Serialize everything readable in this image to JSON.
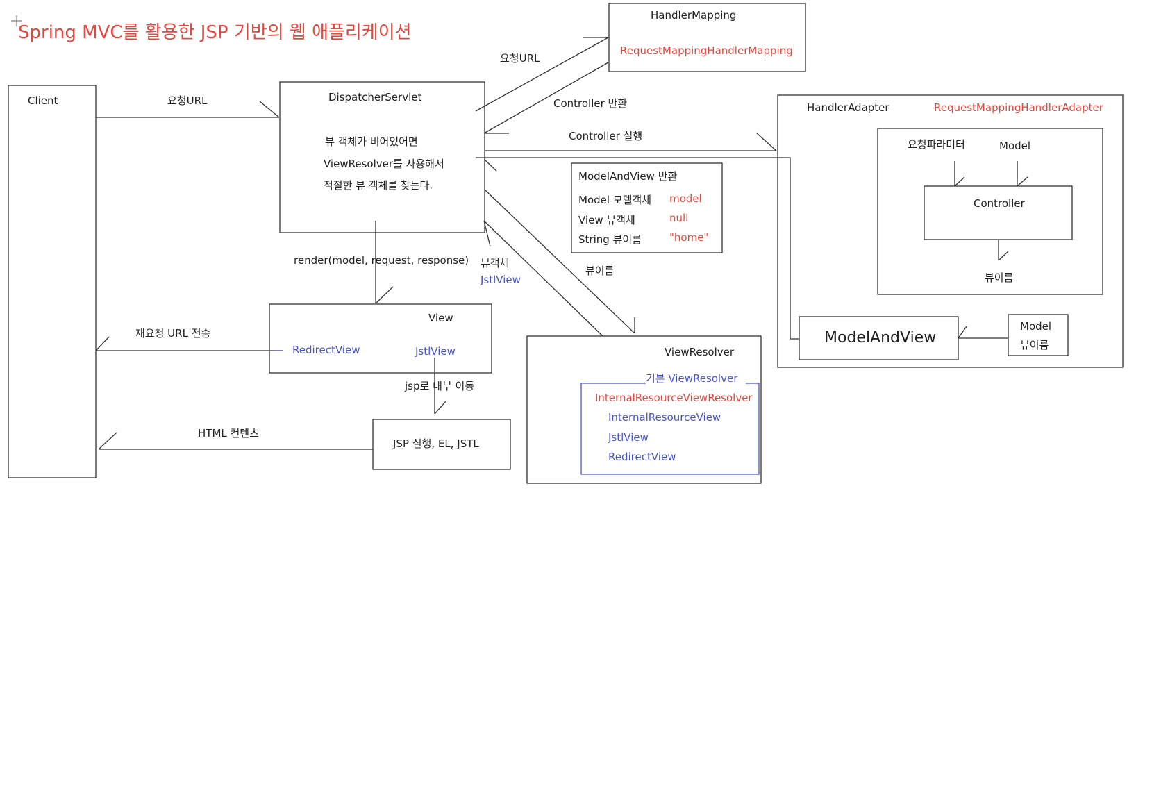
{
  "title": "Spring MVC를 활용한 JSP 기반의 웹 애플리케이션",
  "colors": {
    "red": "#e8463c",
    "blue": "#4a55c9",
    "line": "#333333"
  },
  "client": {
    "label": "Client"
  },
  "handler_mapping": {
    "title": "HandlerMapping",
    "impl": "RequestMappingHandlerMapping"
  },
  "dispatcher": {
    "title": "DispatcherServlet",
    "desc_line1": "뷰 객체가 비어있어면",
    "desc_line2": "ViewResolver를 사용해서",
    "desc_line3": "적절한 뷰 객체를 찾는다."
  },
  "handler_adapter": {
    "title": "HandlerAdapter",
    "impl": "RequestMappingHandlerAdapter",
    "param_label": "요청파라미터",
    "model_label": "Model",
    "controller": "Controller",
    "view_name": "뷰이름",
    "model_and_view": "ModelAndView",
    "mav_model": "Model",
    "mav_viewname": "뷰이름"
  },
  "model_and_view_box": {
    "title": "ModelAndView 반환",
    "rows": [
      {
        "key": "Model 모델객체",
        "value": "model"
      },
      {
        "key": "View 뷰객체",
        "value": "null"
      },
      {
        "key": "String 뷰이름",
        "value": "\"home\""
      }
    ]
  },
  "view_box": {
    "title": "View",
    "redirect": "RedirectView",
    "jstl": "JstlView"
  },
  "jsp_box": {
    "label": "JSP 실행, EL, JSTL"
  },
  "view_resolver": {
    "title": "ViewResolver",
    "default_label": "기본 ViewResolver",
    "impl": "InternalResourceViewResolver",
    "views": [
      "InternalResourceView",
      "JstlView",
      "RedirectView"
    ]
  },
  "arrows": {
    "client_request": "요청URL",
    "mapping_request": "요청URL",
    "controller_return": "Controller 반환",
    "controller_exec": "Controller 실행",
    "render": "render(model, request, response)",
    "view_object": "뷰객체",
    "view_object_type": "JstlView",
    "view_name": "뷰이름",
    "redirect_url": "재요청 URL 전송",
    "jsp_forward": "jsp로 내부 이동",
    "html_content": "HTML 컨텐츠"
  }
}
